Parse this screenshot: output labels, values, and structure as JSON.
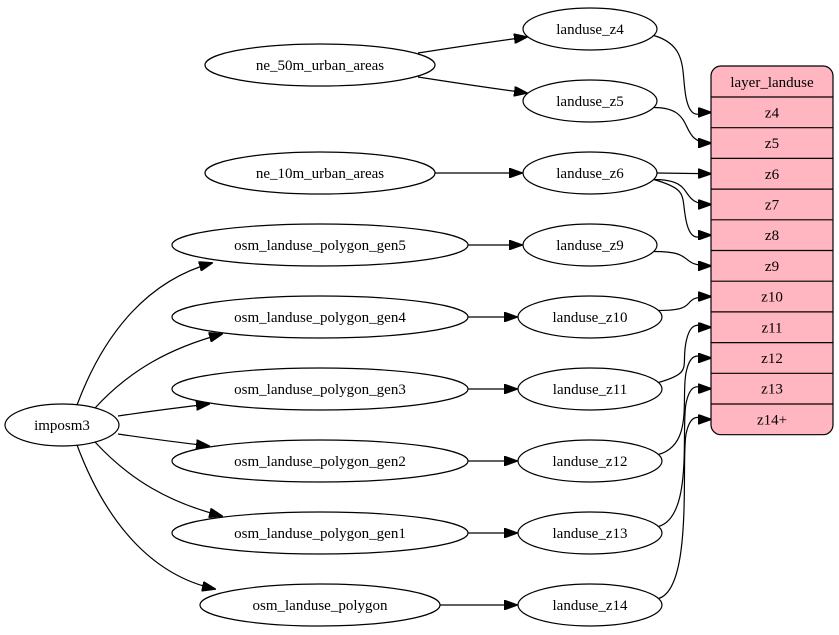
{
  "diagram": {
    "nodes": {
      "imposm3": "imposm3",
      "ne_50m": "ne_50m_urban_areas",
      "ne_10m": "ne_10m_urban_areas",
      "gen5": "osm_landuse_polygon_gen5",
      "gen4": "osm_landuse_polygon_gen4",
      "gen3": "osm_landuse_polygon_gen3",
      "gen2": "osm_landuse_polygon_gen2",
      "gen1": "osm_landuse_polygon_gen1",
      "poly": "osm_landuse_polygon",
      "z4": "landuse_z4",
      "z5": "landuse_z5",
      "z6": "landuse_z6",
      "z9": "landuse_z9",
      "z10": "landuse_z10",
      "z11": "landuse_z11",
      "z12": "landuse_z12",
      "z13": "landuse_z13",
      "z14": "landuse_z14"
    },
    "layer": {
      "title": "layer_landuse",
      "fill": "#ffb6c1",
      "cells": [
        "z4",
        "z5",
        "z6",
        "z7",
        "z8",
        "z9",
        "z10",
        "z11",
        "z12",
        "z13",
        "z14+"
      ]
    },
    "edges": [
      [
        "imposm3",
        "gen5"
      ],
      [
        "imposm3",
        "gen4"
      ],
      [
        "imposm3",
        "gen3"
      ],
      [
        "imposm3",
        "gen2"
      ],
      [
        "imposm3",
        "gen1"
      ],
      [
        "imposm3",
        "poly"
      ],
      [
        "ne_50m",
        "z4"
      ],
      [
        "ne_50m",
        "z5"
      ],
      [
        "ne_10m",
        "z6"
      ],
      [
        "gen5",
        "z9"
      ],
      [
        "gen4",
        "z10"
      ],
      [
        "gen3",
        "z11"
      ],
      [
        "gen2",
        "z12"
      ],
      [
        "gen1",
        "z13"
      ],
      [
        "poly",
        "z14"
      ],
      [
        "z4",
        "layer.0"
      ],
      [
        "z5",
        "layer.1"
      ],
      [
        "z6",
        "layer.2"
      ],
      [
        "z6",
        "layer.3"
      ],
      [
        "z6",
        "layer.4"
      ],
      [
        "z9",
        "layer.5"
      ],
      [
        "z10",
        "layer.6"
      ],
      [
        "z11",
        "layer.7"
      ],
      [
        "z12",
        "layer.8"
      ],
      [
        "z13",
        "layer.9"
      ],
      [
        "z14",
        "layer.10"
      ]
    ]
  }
}
